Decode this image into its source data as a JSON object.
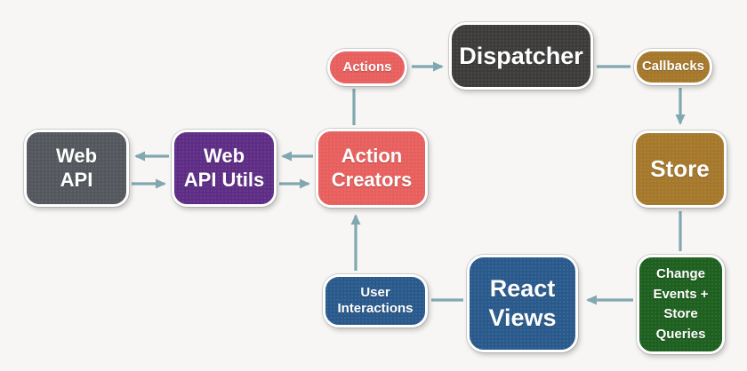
{
  "diagram": {
    "background": "#f7f6f4",
    "arrow_color": "#81a8b0",
    "nodes": {
      "web_api": {
        "label": "Web\nAPI",
        "color": "#54585e"
      },
      "web_api_utils": {
        "label": "Web\nAPI Utils",
        "color": "#5e2d85"
      },
      "action_creators": {
        "label": "Action\nCreators",
        "color": "#e7605e"
      },
      "actions": {
        "label": "Actions",
        "color": "#e7605e"
      },
      "dispatcher": {
        "label": "Dispatcher",
        "color": "#3d3c3b"
      },
      "callbacks": {
        "label": "Callbacks",
        "color": "#a5782b"
      },
      "store": {
        "label": "Store",
        "color": "#a5782b"
      },
      "change_events": {
        "label": "Change\nEvents +\nStore\nQueries",
        "color": "#1e601f"
      },
      "react_views": {
        "label": "React\nViews",
        "color": "#2a5a8c"
      },
      "user_interactions": {
        "label": "User\nInteractions",
        "color": "#2a5a8c"
      }
    },
    "edges": [
      {
        "from": "Actions",
        "to": "Dispatcher",
        "arrow": true
      },
      {
        "from": "Dispatcher",
        "to": "Callbacks",
        "arrow": false
      },
      {
        "from": "Callbacks",
        "to": "Store",
        "arrow": true
      },
      {
        "from": "Store",
        "to": "Change Events + Store Queries",
        "arrow": false
      },
      {
        "from": "Change Events + Store Queries",
        "to": "React Views",
        "arrow": true
      },
      {
        "from": "React Views",
        "to": "User Interactions",
        "arrow": false
      },
      {
        "from": "User Interactions",
        "to": "Action Creators",
        "arrow": true
      },
      {
        "from": "Action Creators",
        "to": "Actions",
        "arrow": false
      },
      {
        "from": "Web API Utils",
        "to": "Web API",
        "arrow": true
      },
      {
        "from": "Web API",
        "to": "Web API Utils",
        "arrow": true
      },
      {
        "from": "Action Creators",
        "to": "Web API Utils",
        "arrow": true
      },
      {
        "from": "Web API Utils",
        "to": "Action Creators",
        "arrow": true
      }
    ]
  }
}
